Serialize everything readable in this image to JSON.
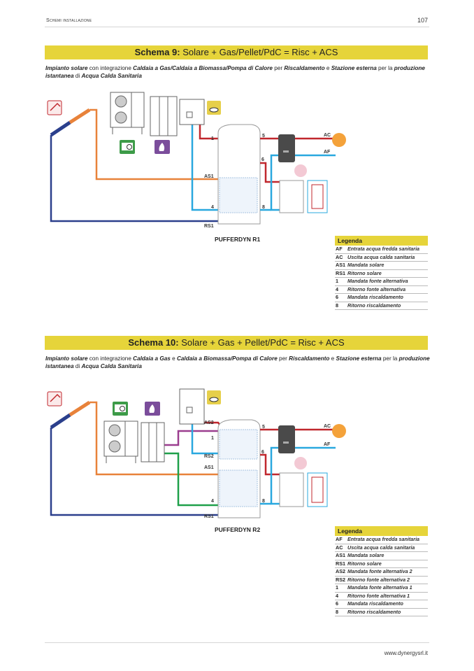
{
  "header": {
    "section": "Schemi installazione",
    "page_number": "107"
  },
  "schemas": [
    {
      "title_bold": "Schema 9:",
      "title_rest": " Solare + Gas/Pellet/PdC = Risc + ACS",
      "description": {
        "parts": [
          {
            "t": "Impianto solare",
            "em": true
          },
          {
            "t": " con integrazione ",
            "em": false
          },
          {
            "t": "Caldaia a Gas/Caldaia a Biomassa/Pompa di Calore",
            "em": true
          },
          {
            "t": " per ",
            "em": false
          },
          {
            "t": "Riscaldamento",
            "em": true
          },
          {
            "t": " e ",
            "em": false
          },
          {
            "t": "Stazione esterna",
            "em": true
          },
          {
            "t": " per la ",
            "em": false
          },
          {
            "t": "produzione istantanea",
            "em": true
          },
          {
            "t": " di ",
            "em": false
          },
          {
            "t": "Acqua Calda Sanitaria",
            "em": true
          }
        ]
      },
      "diagram": {
        "tank_name": "PUFFERDYN R1",
        "labels": {
          "l1": "1",
          "l5": "5",
          "l6": "6",
          "l4": "4",
          "l8": "8",
          "as1": "AS1",
          "rs1": "RS1",
          "ac": "AC",
          "af": "AF"
        }
      },
      "legend": {
        "title": "Legenda",
        "rows": [
          {
            "k": "AF",
            "v": "Entrata acqua fredda sanitaria"
          },
          {
            "k": "AC",
            "v": "Uscita acqua calda sanitaria"
          },
          {
            "k": "AS1",
            "v": "Mandata solare"
          },
          {
            "k": "RS1",
            "v": "Ritorno solare"
          },
          {
            "k": "1",
            "v": "Mandata fonte alternativa"
          },
          {
            "k": "4",
            "v": "Ritorno fonte alternativa"
          },
          {
            "k": "6",
            "v": "Mandata riscaldamento"
          },
          {
            "k": "8",
            "v": "Ritorno riscaldamento"
          }
        ]
      }
    },
    {
      "title_bold": "Schema 10:",
      "title_rest": " Solare + Gas + Pellet/PdC = Risc + ACS",
      "description": {
        "parts": [
          {
            "t": "Impianto solare",
            "em": true
          },
          {
            "t": " con integrazione ",
            "em": false
          },
          {
            "t": "Caldaia a Gas",
            "em": true
          },
          {
            "t": " e ",
            "em": false
          },
          {
            "t": "Caldaia a Biomassa/Pompa di Calore",
            "em": true
          },
          {
            "t": " per ",
            "em": false
          },
          {
            "t": "Riscaldamento",
            "em": true
          },
          {
            "t": " e ",
            "em": false
          },
          {
            "t": "Stazione esterna",
            "em": true
          },
          {
            "t": " per la ",
            "em": false
          },
          {
            "t": "produzione istantanea",
            "em": true
          },
          {
            "t": " di ",
            "em": false
          },
          {
            "t": "Acqua Calda Sanitaria",
            "em": true
          }
        ]
      },
      "diagram": {
        "tank_name": "PUFFERDYN R2",
        "labels": {
          "as2": "AS2",
          "l1": "1",
          "rs2": "RS2",
          "as1": "AS1",
          "l4": "4",
          "rs1": "RS1",
          "l5": "5",
          "l6": "6",
          "l8": "8",
          "ac": "AC",
          "af": "AF"
        }
      },
      "legend": {
        "title": "Legenda",
        "rows": [
          {
            "k": "AF",
            "v": "Entrata acqua fredda sanitaria"
          },
          {
            "k": "AC",
            "v": "Uscita acqua calda sanitaria"
          },
          {
            "k": "AS1",
            "v": "Mandata solare"
          },
          {
            "k": "RS1",
            "v": "Ritorno solare"
          },
          {
            "k": "AS2",
            "v": "Mandata fonte alternativa 2"
          },
          {
            "k": "RS2",
            "v": "Ritorno fonte alternativa 2"
          },
          {
            "k": "1",
            "v": "Mandata fonte alternativa 1"
          },
          {
            "k": "4",
            "v": "Ritorno fonte alternativa 1"
          },
          {
            "k": "6",
            "v": "Mandata riscaldamento"
          },
          {
            "k": "8",
            "v": "Ritorno riscaldamento"
          }
        ]
      }
    }
  ],
  "colors": {
    "accent_yellow": "#e6d43a",
    "pipe_red": "#c0272d",
    "pipe_blue": "#29a8df",
    "pipe_orange": "#e8823a",
    "pipe_navy": "#2b3f8c",
    "pipe_purple": "#9b3d8f",
    "pipe_green": "#1fa04a"
  },
  "footer": {
    "website": "www.dynergysrl.it"
  }
}
